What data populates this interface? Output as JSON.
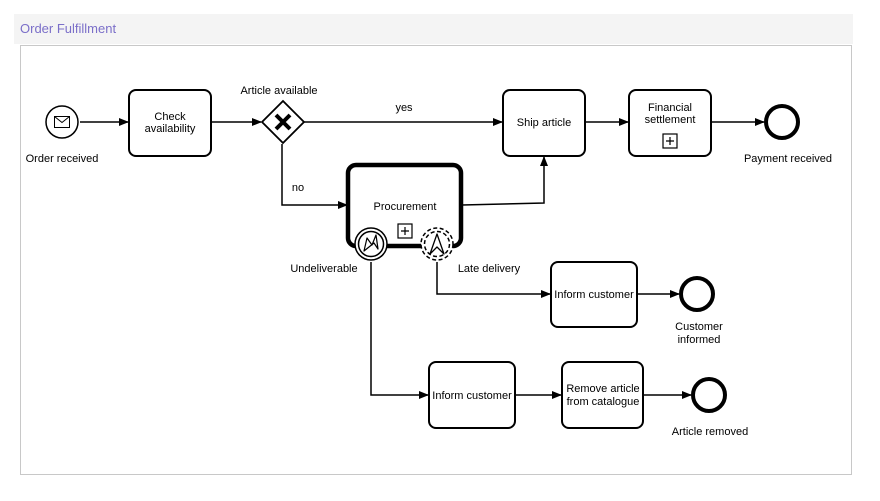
{
  "page": {
    "title": "Order Fulfillment"
  },
  "nodes": {
    "start_event": {
      "label": "Order received",
      "icon": "envelope-icon"
    },
    "check_availability": {
      "line1": "Check",
      "line2": "availability"
    },
    "gateway": {
      "label": "Article available",
      "icon": "x-icon"
    },
    "ship_article": {
      "label": "Ship article"
    },
    "financial_settlement": {
      "line1": "Financial",
      "line2": "settlement",
      "icon": "plus-square-icon"
    },
    "payment_received": {
      "label": "Payment received"
    },
    "procurement": {
      "label": "Procurement",
      "icon": "plus-square-icon"
    },
    "undeliverable": {
      "label": "Undeliverable",
      "icon": "lightning-icon"
    },
    "late_delivery": {
      "label": "Late delivery",
      "icon": "escalation-icon"
    },
    "inform_customer_late": {
      "label": "Inform customer"
    },
    "customer_informed": {
      "line1": "Customer",
      "line2": "informed"
    },
    "inform_customer_undeliverable": {
      "label": "Inform customer"
    },
    "remove_article": {
      "line1": "Remove article",
      "line2": "from catalogue"
    },
    "article_removed": {
      "label": "Article removed"
    }
  },
  "flows": {
    "yes_label": "yes",
    "no_label": "no"
  },
  "colors": {
    "title": "#7b6fc9",
    "stroke": "#000000",
    "border": "#c8c8c8",
    "title_bg": "#f4f4f4"
  }
}
